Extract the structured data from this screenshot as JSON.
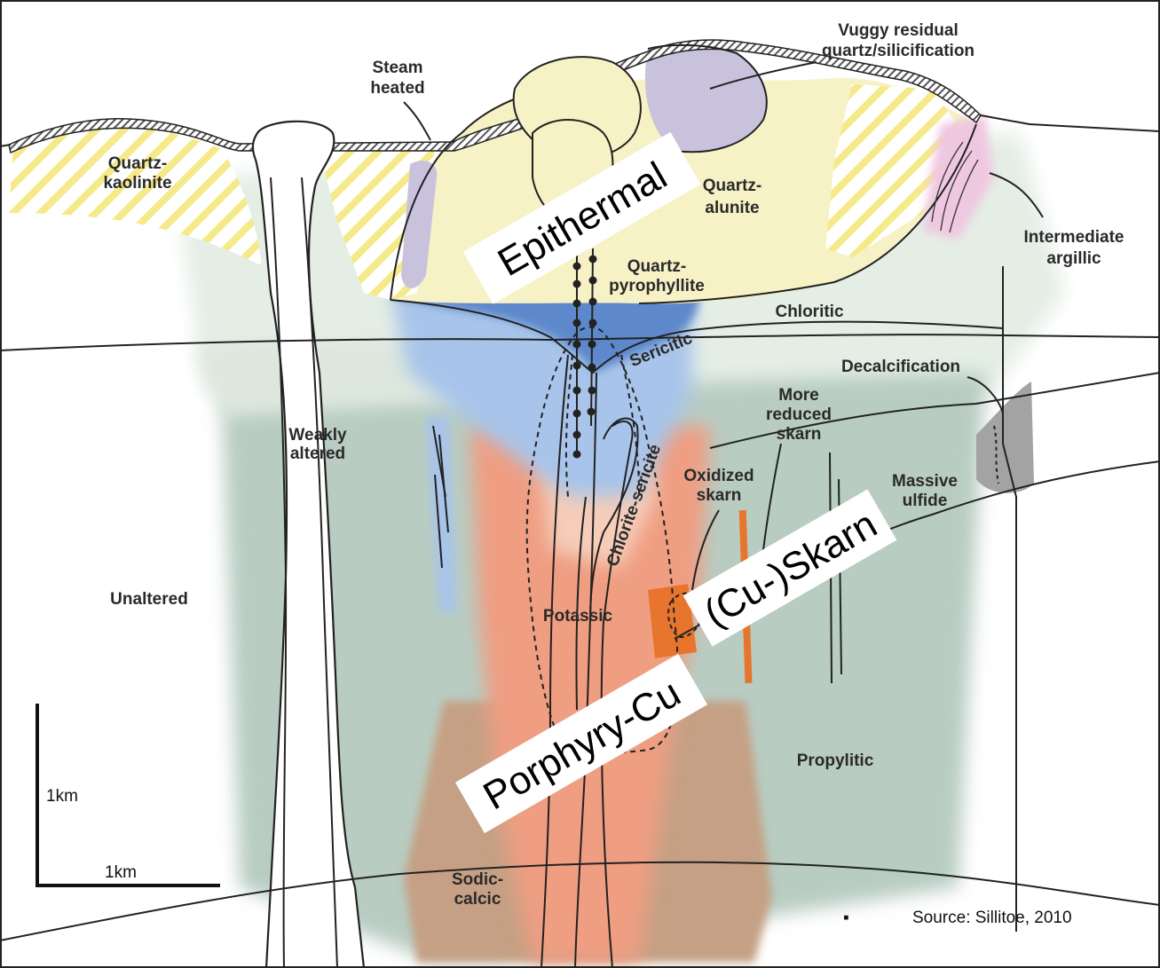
{
  "labels": {
    "vuggy_1": "Vuggy residual",
    "vuggy_2": "quartz/silicification",
    "steam_1": "Steam",
    "steam_2": "heated",
    "qk_1": "Quartz-",
    "qk_2": "kaolinite",
    "qa_1": "Quartz-",
    "qa_2": "alunite",
    "qp_1": "Quartz-",
    "qp_2": "pyrophyllite",
    "chloritic": "Chloritic",
    "sericitic": "Sericitic",
    "int_arg_1": "Intermediate",
    "int_arg_2": "argillic",
    "decalc": "Decalcification",
    "more_red_1": "More",
    "more_red_2": "reduced",
    "more_red_3": "skarn",
    "weak_1": "Weakly",
    "weak_2": "altered",
    "oxi_1": "Oxidized",
    "oxi_2": "skarn",
    "massive_1": "Massive",
    "massive_2": "ulfide",
    "chlorite_sericite": "Chlorite-sericite",
    "unaltered": "Unaltered",
    "potassic": "Potassic",
    "propylitic": "Propylitic",
    "sodic_1": "Sodic-",
    "sodic_2": "calcic"
  },
  "overlays": {
    "epithermal": "Epithermal",
    "skarn": "(Cu-)Skarn",
    "porphyry": "Porphyry-Cu"
  },
  "scale": {
    "vertical": "1km",
    "horizontal": "1km"
  },
  "source": {
    "bullet": "▪",
    "text": "Source: Sillitoe, 2010"
  },
  "colors": {
    "quartz_alunite": "#f7f1c6",
    "quartz_kaolinite_hatch": "#f5ea8a",
    "vuggy_silica": "#c9c2dd",
    "quartz_pyrophyllite": "#5f89cc",
    "sericitic": "#a9c3e8",
    "chloritic": "#e3ede4",
    "chlorite_sericite": "#c7d8e8",
    "potassic": "#ef9f84",
    "oxidized_skarn": "#e9772f",
    "propylitic": "#b9cdc4",
    "sodic_calcic": "#c6a38a",
    "intermediate_argillic": "#efc6e0",
    "decalcification": "#a8a8a8",
    "unaltered": "#ffffff"
  }
}
